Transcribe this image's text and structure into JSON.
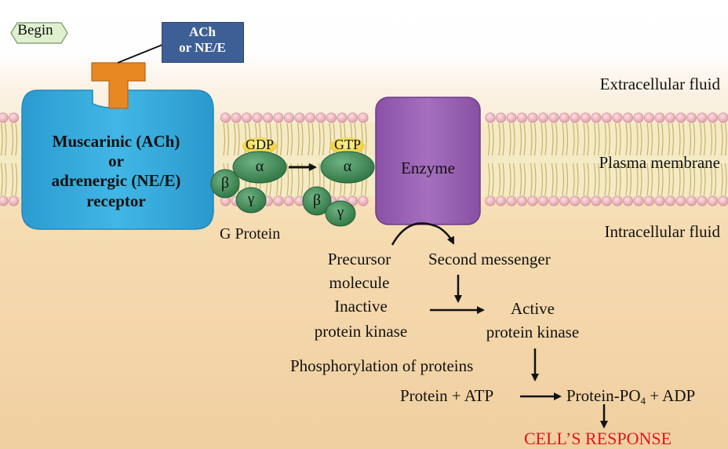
{
  "begin": "Begin",
  "ligand": {
    "line1": "ACh",
    "line2": "or NE/E"
  },
  "receptor": {
    "line1": "Muscarinic (ACh)",
    "line2": "or",
    "line3": "adrenergic (NE/E)",
    "line4": "receptor"
  },
  "gprotein": {
    "gdp": "GDP",
    "gtp": "GTP",
    "alpha": "α",
    "beta": "β",
    "gamma": "γ",
    "label": "G Protein"
  },
  "enzyme": "Enzyme",
  "regions": {
    "extracellular": "Extracellular fluid",
    "membrane": "Plasma membrane",
    "intracellular": "Intracellular fluid"
  },
  "pathway": {
    "precursor_line1": "Precursor",
    "precursor_line2": "molecule",
    "second_messenger": "Second messenger",
    "inactive_line1": "Inactive",
    "inactive_line2": "protein kinase",
    "active_line1": "Active",
    "active_line2": "protein kinase",
    "phosphorylation": "Phosphorylation of proteins",
    "reactants": "Protein + ATP",
    "product_main": "Protein-PO",
    "product_sub": "4",
    "product_rest": " + ADP",
    "response": "CELL’S RESPONSE"
  },
  "colors": {
    "background_top": "#ffffff",
    "background_bottom": "#f1cf9f",
    "receptor": "#35a9db",
    "ligand_box": "#3e5f96",
    "binding_site": "#e88823",
    "enzyme": "#9c63b4",
    "gprotein_subunit": "#3d8a52",
    "nucleotide": "#f2d23c",
    "response": "#e0141e"
  }
}
